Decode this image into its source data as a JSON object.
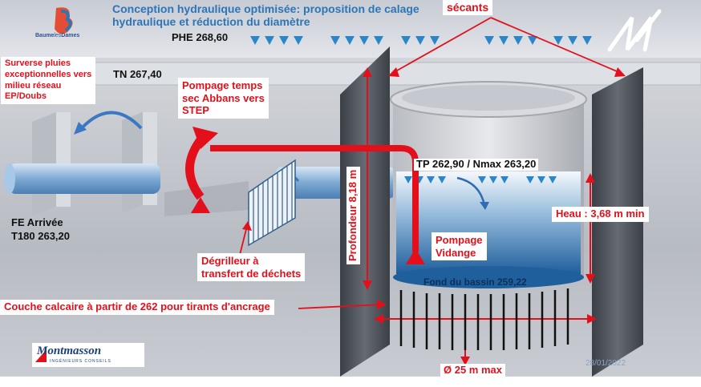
{
  "title": {
    "line1": "Conception hydraulique optimisée: proposition de calage",
    "line2": "hydraulique et réduction du diamètre"
  },
  "phe_label": "PHE 268,60",
  "tn_label": "TN 267,40",
  "logos": {
    "baume": {
      "word1": "Baume",
      "word2": "les",
      "word3": "Dames"
    },
    "montmasson": {
      "name": "Montmasson",
      "sub": "INGÉNIEURS CONSEILS"
    }
  },
  "labels": {
    "secants": "sécants",
    "surverse": [
      "Surverse pluies",
      "exceptionnelles vers",
      "milieu réseau",
      "EP/Doubs"
    ],
    "pompage_temps_sec": [
      "Pompage temps",
      "sec Abbans vers",
      "STEP"
    ],
    "fe_arrivee": [
      "FE Arrivée",
      "T180 263,20"
    ],
    "degrilleur": [
      "Dégrilleur à",
      "transfert de déchets"
    ],
    "profondeur": "Profondeur 8,18 m",
    "tp_nmax": "TP 262,90 / Nmax 263,20",
    "heau": "Heau : 3,68 m min",
    "pompage_vidange": [
      "Pompage",
      "Vidange"
    ],
    "fond_bassin": "Fond du bassin 259,22",
    "couche_calcaire": "Couche calcaire à partir de 262 pour tirants d'ancrage",
    "diametre": "Ø  25 m max",
    "date": "28/01/2022"
  },
  "icons": {
    "water_level_marker": "inverted-triangle-icon",
    "signature_logo": "mm-signature-icon",
    "flow_arrow": "curved-arrow-icon"
  },
  "colors": {
    "accent_red": "#e3101b",
    "title_blue": "#2e75b6",
    "water_blue": "#1f6fb4",
    "ground_grey": "#c9ccd2",
    "wall_grey": "#4a4e56"
  }
}
